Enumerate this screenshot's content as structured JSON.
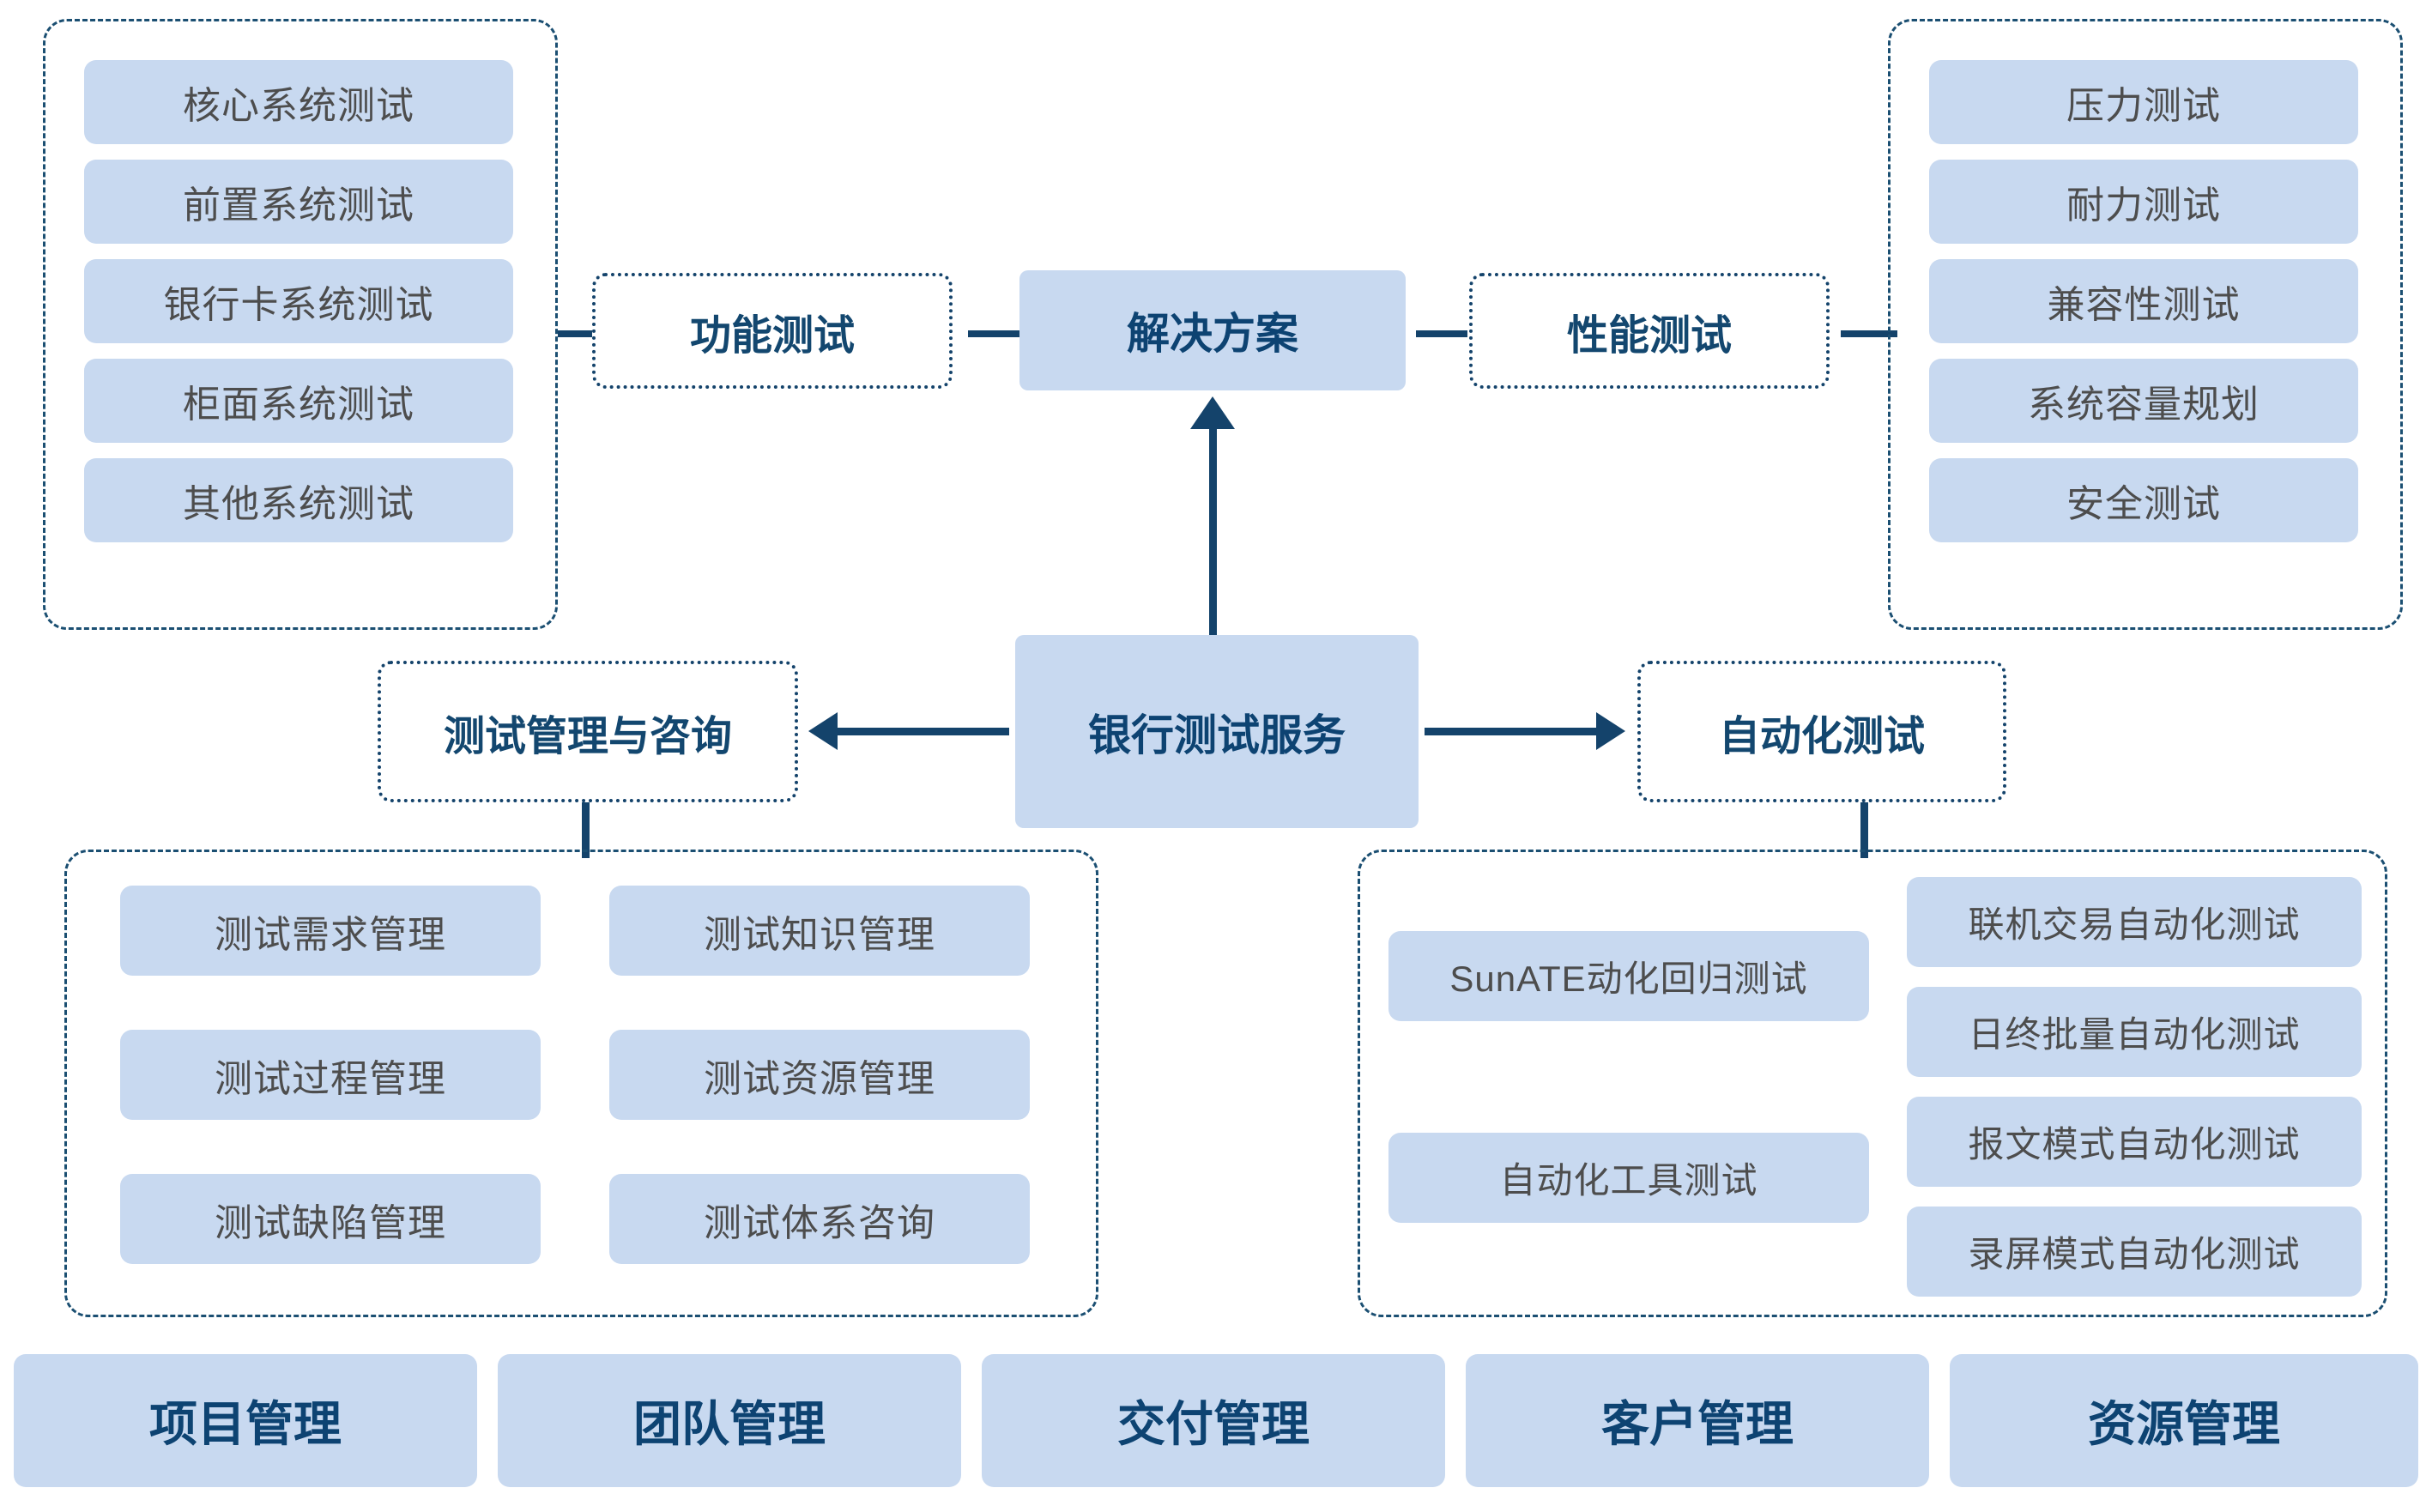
{
  "colors": {
    "chip_fill": "#c8d9f0",
    "line": "#14436b",
    "node_text": "#13476f",
    "chip_text": "#4d4d4d",
    "background": "#ffffff"
  },
  "center": {
    "root_label": "银行测试服务",
    "top_label": "解决方案"
  },
  "branches": {
    "functional": {
      "label": "功能测试",
      "items": [
        "核心系统测试",
        "前置系统测试",
        "银行卡系统测试",
        "柜面系统测试",
        "其他系统测试"
      ]
    },
    "performance": {
      "label": "性能测试",
      "items": [
        "压力测试",
        "耐力测试",
        "兼容性测试",
        "系统容量规划",
        "安全测试"
      ]
    },
    "management": {
      "label": "测试管理与咨询",
      "items_left": [
        "测试需求管理",
        "测试过程管理",
        "测试缺陷管理"
      ],
      "items_right": [
        "测试知识管理",
        "测试资源管理",
        "测试体系咨询"
      ]
    },
    "automation": {
      "label": "自动化测试",
      "items_left": [
        "SunATE动化回归测试",
        "自动化工具测试"
      ],
      "items_right": [
        "联机交易自动化测试",
        "日终批量自动化测试",
        "报文模式自动化测试",
        "录屏模式自动化测试"
      ]
    }
  },
  "footer": {
    "items": [
      "项目管理",
      "团队管理",
      "交付管理",
      "客户管理",
      "资源管理"
    ]
  }
}
